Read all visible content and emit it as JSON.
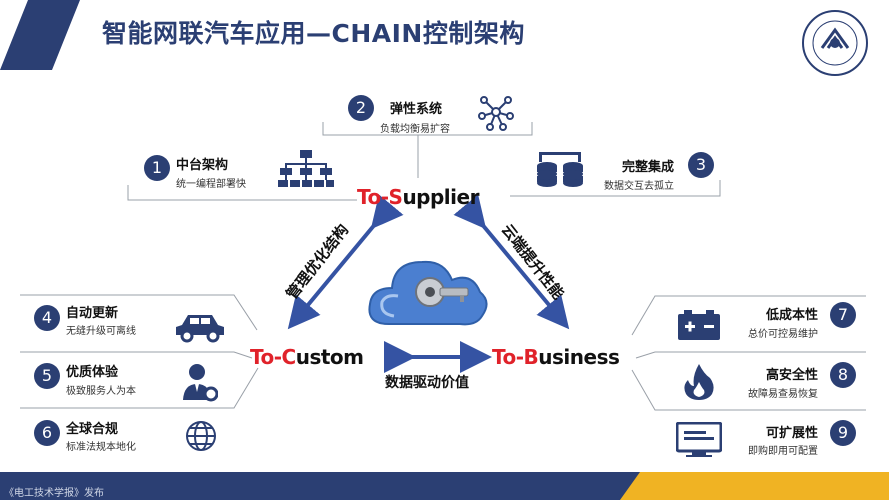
{
  "title": "智能网联汽车应用—CHAIN控制架构",
  "footer": "《电工技术学报》发布",
  "nodes": {
    "supplier": {
      "red": "To-S",
      "rest": "upplier"
    },
    "custom": {
      "red": "To-C",
      "rest": "ustom"
    },
    "business": {
      "red": "To-B",
      "rest": "usiness"
    }
  },
  "edges": {
    "left": "管理优化结构",
    "right": "云端提升性能",
    "bottom": "数据驱动价值"
  },
  "features": [
    {
      "num": "1",
      "title": "中台架构",
      "sub": "统一编程部署快",
      "icon": "hierarchy-icon"
    },
    {
      "num": "2",
      "title": "弹性系统",
      "sub": "负载均衡易扩容",
      "icon": "network-icon"
    },
    {
      "num": "3",
      "title": "完整集成",
      "sub": "数据交互去孤立",
      "icon": "database-icon"
    },
    {
      "num": "4",
      "title": "自动更新",
      "sub": "无缝升级可离线",
      "icon": "car-icon"
    },
    {
      "num": "5",
      "title": "优质体验",
      "sub": "极致服务人为本",
      "icon": "service-person-icon"
    },
    {
      "num": "6",
      "title": "全球合规",
      "sub": "标准法规本地化",
      "icon": "globe-icon"
    },
    {
      "num": "7",
      "title": "低成本性",
      "sub": "总价可控易维护",
      "icon": "battery-icon"
    },
    {
      "num": "8",
      "title": "高安全性",
      "sub": "故障易查易恢复",
      "icon": "flame-icon"
    },
    {
      "num": "9",
      "title": "可扩展性",
      "sub": "即购即用可配置",
      "icon": "monitor-icon"
    }
  ],
  "colors": {
    "primary": "#2b3f73",
    "accent_red": "#e0222a",
    "arrow_blue": "#3553a3"
  }
}
